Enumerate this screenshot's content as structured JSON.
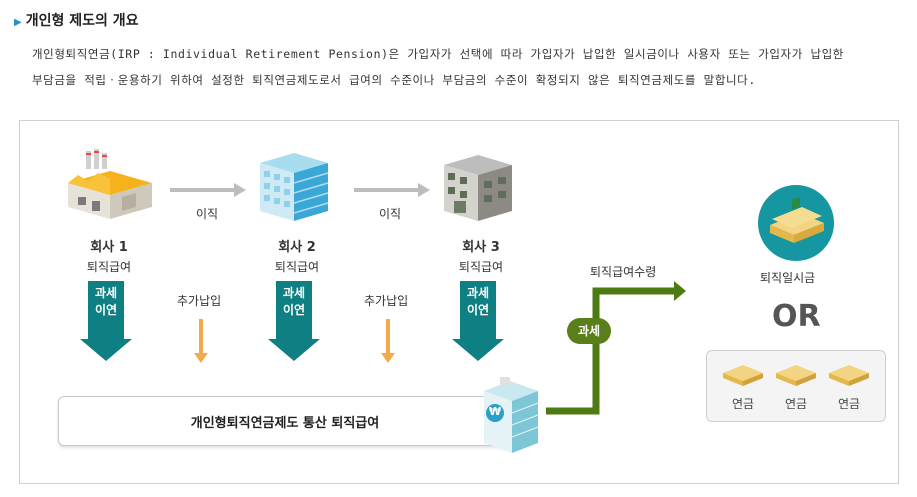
{
  "section": {
    "title": "개인형 제도의 개요",
    "description_line1": "개인형퇴직연금(IRP : Individual Retirement Pension)은 가입자가 선택에 따라 가입자가 납입한 일시금이나 사용자 또는 가입자가 납입한",
    "description_line2": "부담금을 적립ㆍ운용하기 위하여 설정한 퇴직연금제도로서 급여의 수준이나 부담금의 수준이 확정되지 않은 퇴직연금제도를 말합니다."
  },
  "diagram": {
    "companies": [
      {
        "name": "회사 1",
        "sub": "퇴직급여"
      },
      {
        "name": "회사 2",
        "sub": "퇴직급여"
      },
      {
        "name": "회사 3",
        "sub": "퇴직급여"
      }
    ],
    "transfer_label_1": "이직",
    "transfer_label_2": "이직",
    "tax_deferral_line1": "과세",
    "tax_deferral_line2": "이연",
    "additional_payment_label_1": "추가납입",
    "additional_payment_label_2": "추가납입",
    "bottom_box_label": "개인형퇴직연금제도 통산 퇴직급여",
    "bank_symbol": "₩",
    "receive_label": "퇴직급여수령",
    "tax_label": "과세",
    "lump_sum_label": "퇴직일시금",
    "or_label": "OR",
    "annuity_labels": [
      "연금",
      "연금",
      "연금"
    ]
  },
  "colors": {
    "accent_teal": "#0e8083",
    "accent_orange": "#f5a94a",
    "accent_green": "#4e7a12",
    "arrow_gray": "#bdbdbd",
    "title_marker": "#2a8fc8"
  }
}
